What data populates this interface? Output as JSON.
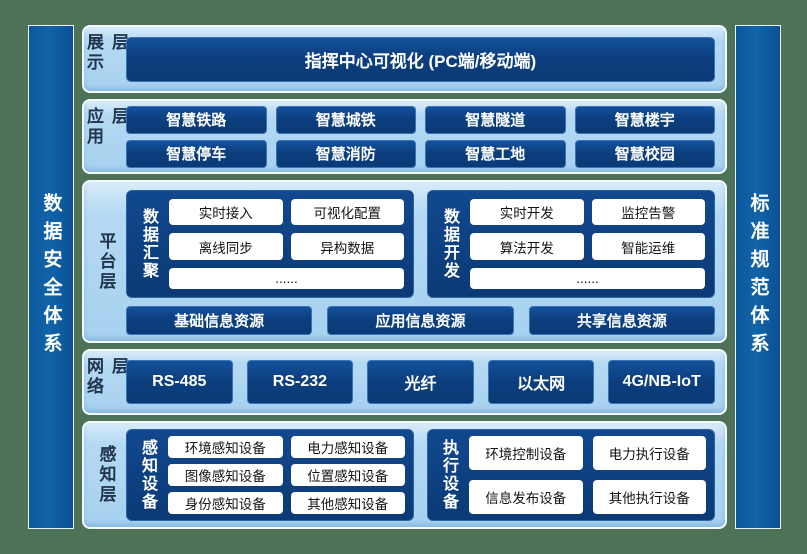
{
  "pillars": {
    "data_security": "数据安全体系",
    "standards": "标准规范体系"
  },
  "colors": {
    "frame_green": "#4d7257",
    "panel_light_blue": "#a8d1ef",
    "box_navy": "#0c3f7f",
    "pillar_blue": "#1164a9",
    "white_box": "#ffffff"
  },
  "layers": {
    "display": {
      "label": "展示层",
      "main_box": "指挥中心可视化 (PC端/移动端)"
    },
    "application": {
      "label": "应用层",
      "items": [
        "智慧铁路",
        "智慧城铁",
        "智慧隧道",
        "智慧楼宇",
        "智慧停车",
        "智慧消防",
        "智慧工地",
        "智慧校园"
      ]
    },
    "platform": {
      "label": "平台层",
      "groups": [
        {
          "label": "数据汇聚",
          "items": [
            "实时接入",
            "可视化配置",
            "离线同步",
            "异构数据"
          ],
          "more": "......"
        },
        {
          "label": "数据开发",
          "items": [
            "实时开发",
            "监控告警",
            "算法开发",
            "智能运维"
          ],
          "more": "......"
        }
      ],
      "resources": [
        "基础信息资源",
        "应用信息资源",
        "共享信息资源"
      ]
    },
    "network": {
      "label": "网络层",
      "items": [
        "RS-485",
        "RS-232",
        "光纤",
        "以太网",
        "4G/NB-IoT"
      ]
    },
    "perception": {
      "label": "感知层",
      "groups": [
        {
          "label": "感知设备",
          "items": [
            "环境感知设备",
            "电力感知设备",
            "图像感知设备",
            "位置感知设备",
            "身份感知设备",
            "其他感知设备"
          ]
        },
        {
          "label": "执行设备",
          "items": [
            "环境控制设备",
            "电力执行设备",
            "信息发布设备",
            "其他执行设备"
          ]
        }
      ]
    }
  }
}
